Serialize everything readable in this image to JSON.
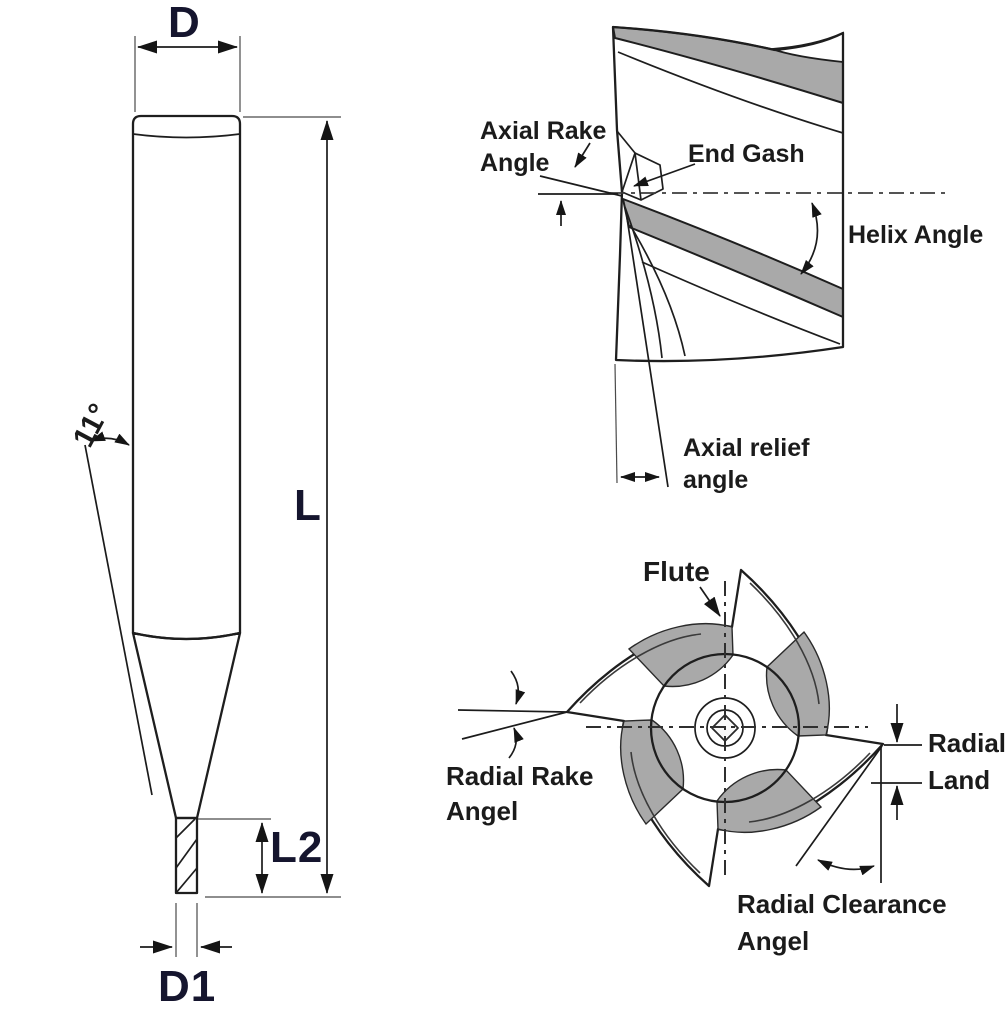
{
  "side_view": {
    "diameter_label": "D",
    "overall_length_label": "L",
    "flute_length_label": "L2",
    "tip_diameter_label": "D1",
    "taper_angle_label": "11°"
  },
  "end_closeup": {
    "axial_rake_label": [
      "Axial Rake",
      "Angle"
    ],
    "end_gash_label": "End Gash",
    "helix_angle_label": "Helix Angle",
    "axial_relief_label": [
      "Axial relief",
      "angle"
    ]
  },
  "end_view": {
    "flute_label": "Flute",
    "radial_rake_label": [
      "Radial Rake",
      "Angel"
    ],
    "radial_land_label": [
      "Radial",
      "Land"
    ],
    "radial_clearance_label": [
      "Radial Clearance",
      "Angel"
    ]
  },
  "colors": {
    "ink": "#1e1e1e",
    "dimension_text": "#15152e",
    "flute_shading": "#a9a9a9",
    "tool_body": "#f2f2f2",
    "background": "#ffffff"
  }
}
